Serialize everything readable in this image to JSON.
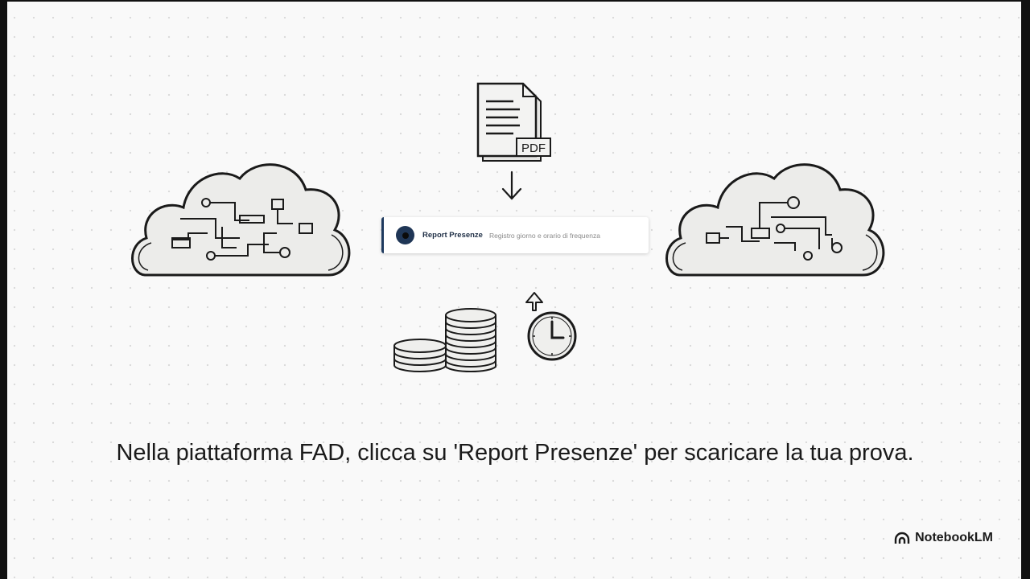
{
  "menu": {
    "label": "Report Presenze",
    "sublabel": "Registro giorno e orario di frequenza"
  },
  "document": {
    "badge": "PDF"
  },
  "caption": "Nella piattaforma FAD, clicca su 'Report Presenze' per scaricare la tua prova.",
  "brand": {
    "name": "NotebookLM"
  },
  "colors": {
    "accent": "#1e3a5f",
    "ink": "#1a1a1a",
    "background": "#f9f9f9"
  }
}
